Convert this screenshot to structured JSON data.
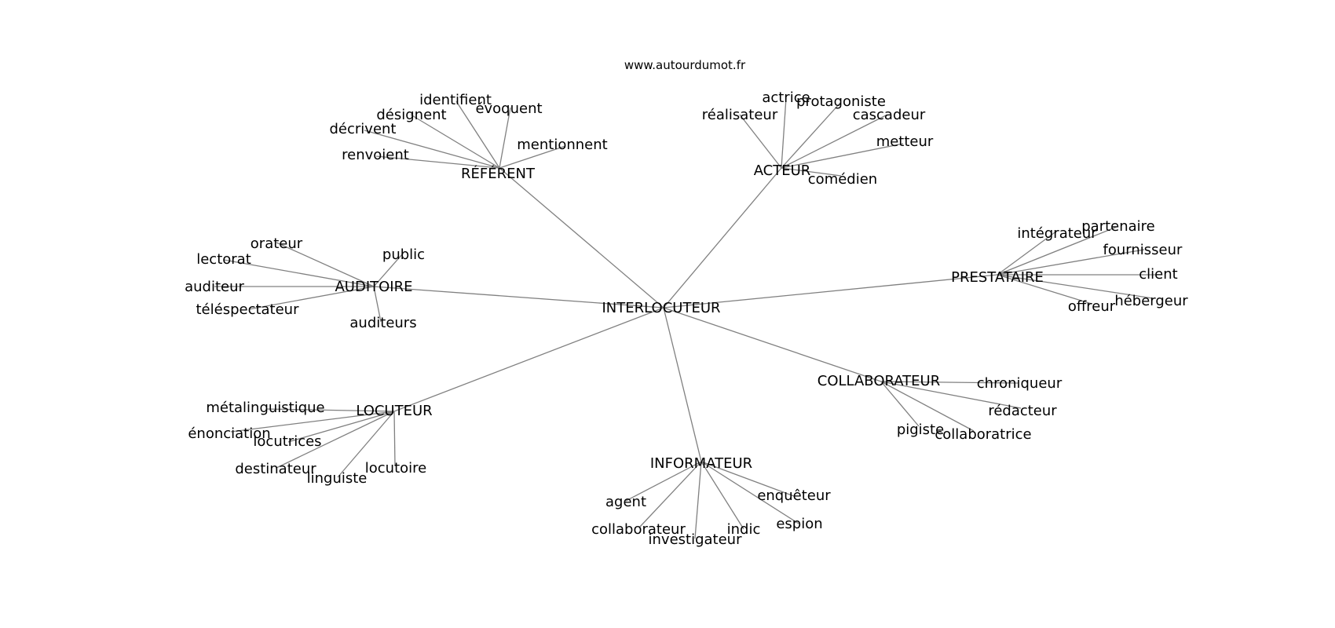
{
  "source": "www.autourdumot.fr",
  "colors": {
    "edge": "#808080",
    "text": "#000000",
    "background": "#ffffff"
  },
  "center": "INTERLOCUTEUR",
  "groups": [
    {
      "id": "referent",
      "label": "RÉFÉRENT",
      "words": [
        "identifient",
        "désignent",
        "évoquent",
        "décrivent",
        "mentionnent",
        "renvoient"
      ]
    },
    {
      "id": "acteur",
      "label": "ACTEUR",
      "words": [
        "actrice",
        "protagoniste",
        "réalisateur",
        "cascadeur",
        "metteur",
        "comédien"
      ]
    },
    {
      "id": "auditoire",
      "label": "AUDITOIRE",
      "words": [
        "orateur",
        "lectorat",
        "public",
        "auditeur",
        "téléspectateur",
        "auditeurs"
      ]
    },
    {
      "id": "prestataire",
      "label": "PRESTATAIRE",
      "words": [
        "intégrateur",
        "partenaire",
        "fournisseur",
        "client",
        "hébergeur",
        "offreur"
      ]
    },
    {
      "id": "collaborateur",
      "label": "COLLABORATEUR",
      "words": [
        "chroniqueur",
        "rédacteur",
        "pigiste",
        "collaboratrice"
      ]
    },
    {
      "id": "locuteur",
      "label": "LOCUTEUR",
      "words": [
        "métalinguistique",
        "énonciation",
        "locutrices",
        "destinateur",
        "linguiste",
        "locutoire"
      ]
    },
    {
      "id": "informateur",
      "label": "INFORMATEUR",
      "words": [
        "agent",
        "enquêteur",
        "espion",
        "collaborateur",
        "investigateur",
        "indic"
      ]
    }
  ]
}
